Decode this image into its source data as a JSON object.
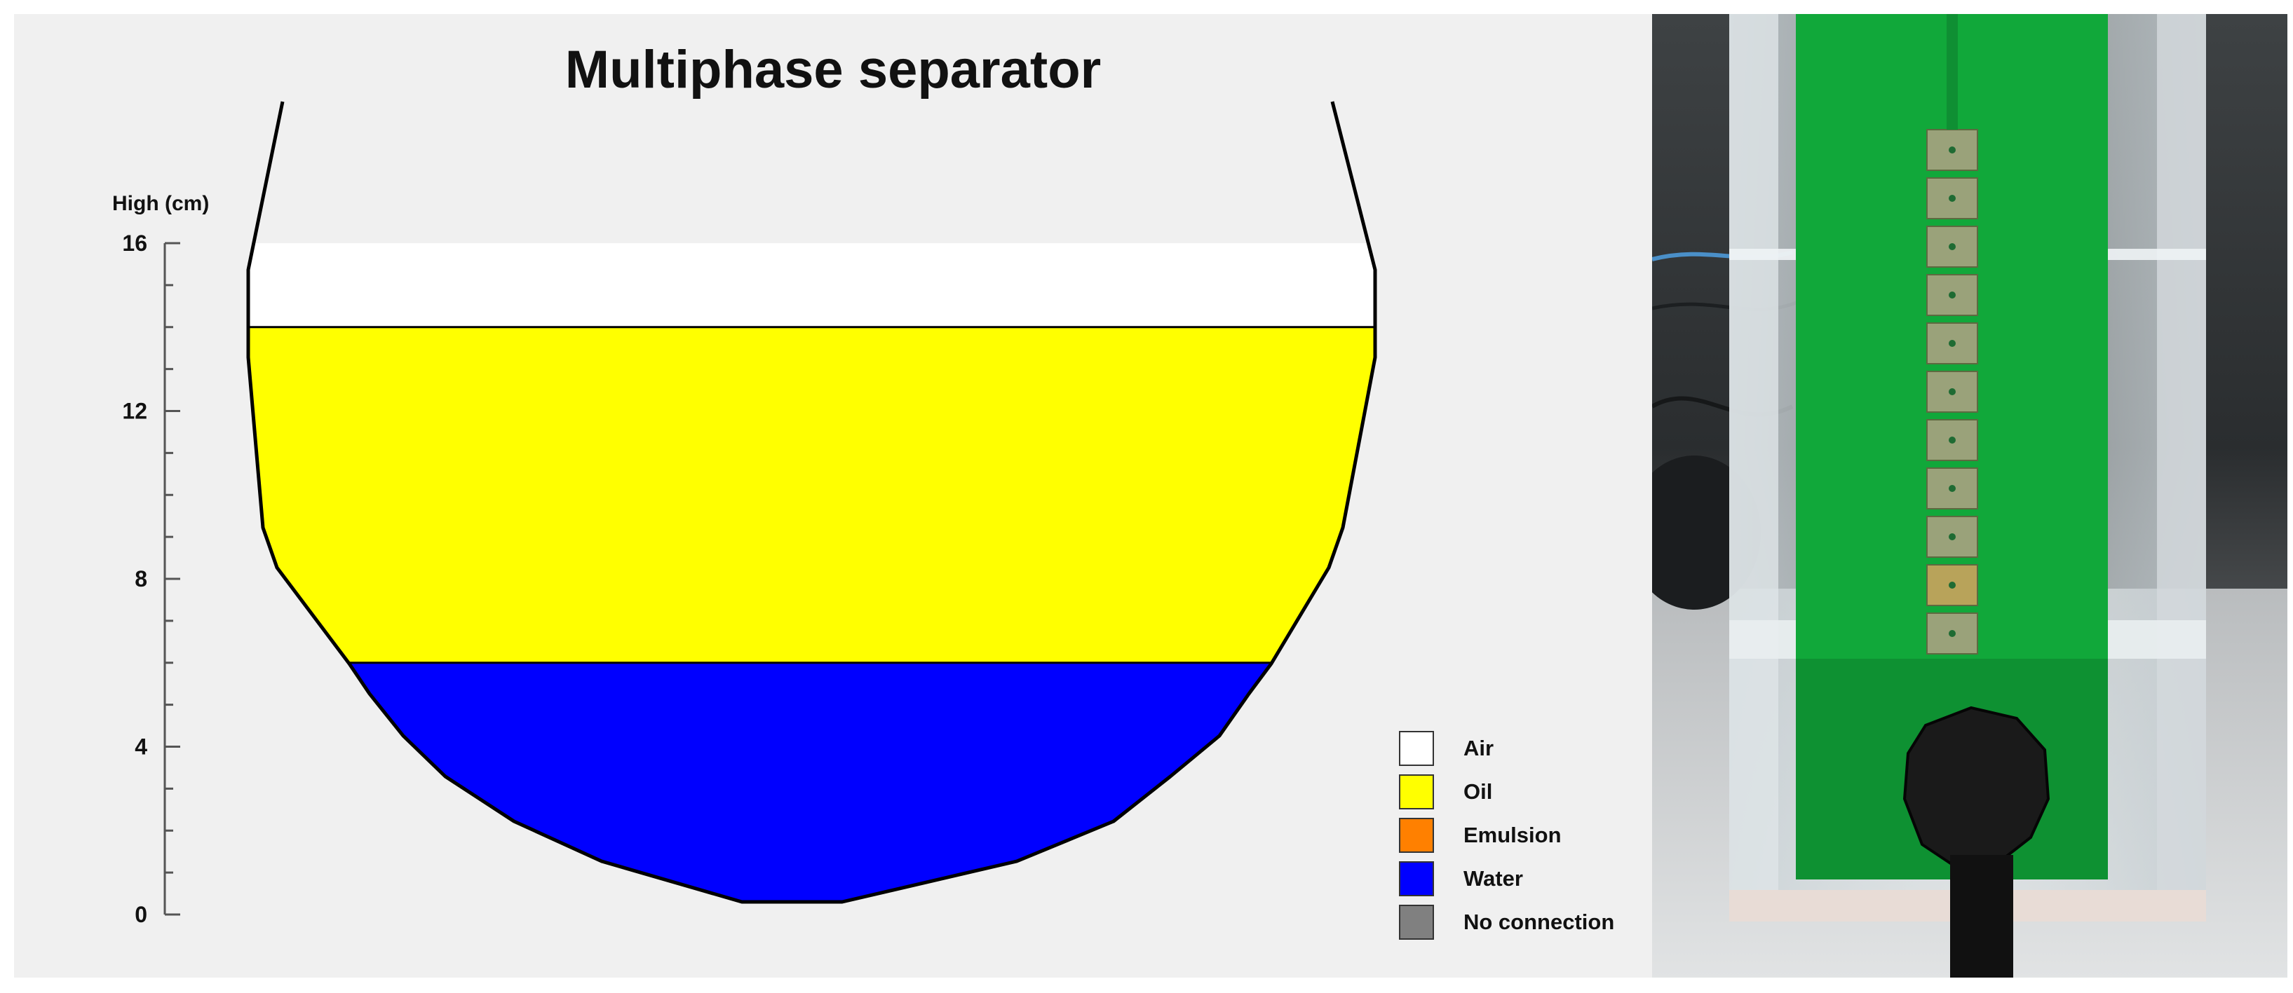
{
  "app": {
    "title": "Multiphase separator"
  },
  "chart_data": {
    "type": "area",
    "title": "Multiphase separator",
    "ylabel": "High (cm)",
    "yticks": [
      0,
      4,
      8,
      12,
      16
    ],
    "ylim": [
      0,
      16
    ],
    "layers": [
      {
        "name": "Water",
        "from": 0,
        "to": 6,
        "color": "#0000ff"
      },
      {
        "name": "Oil",
        "from": 6,
        "to": 14,
        "color": "#ffff00"
      },
      {
        "name": "Air",
        "from": 14,
        "to": 16,
        "color": "#ffffff"
      }
    ]
  },
  "legend": {
    "items": [
      {
        "label": "Air",
        "color": "#ffffff"
      },
      {
        "label": "Oil",
        "color": "#ffff00"
      },
      {
        "label": "Emulsion",
        "color": "#ff8000"
      },
      {
        "label": "Water",
        "color": "#0000ff"
      },
      {
        "label": "No connection",
        "color": "#808080"
      }
    ]
  },
  "colors": {
    "background": "#f0f0f0",
    "outline": "#000000",
    "pcb": "#11a83a"
  }
}
